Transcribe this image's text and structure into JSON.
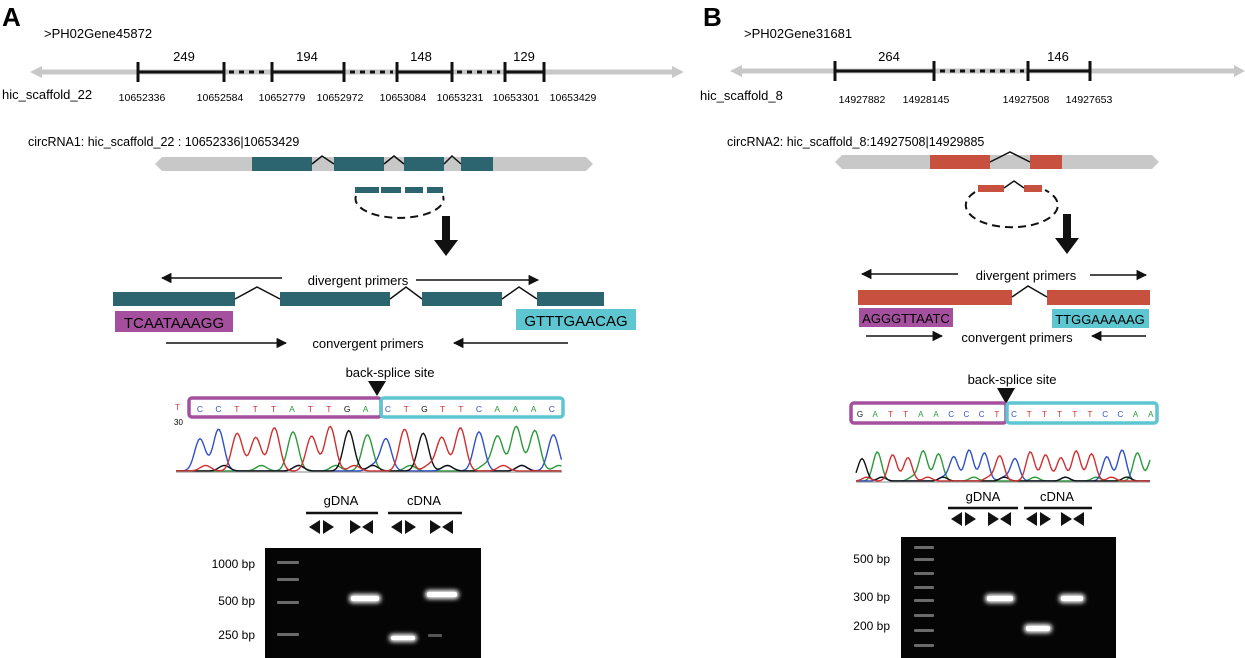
{
  "colors": {
    "teal": "#2c6470",
    "red": "#c8503f",
    "purple": "#a4509e",
    "cyan": "#5dc6d0",
    "gray": "#c8c8c8",
    "black": "#111111"
  },
  "panelA": {
    "label": "A",
    "gene": ">PH02Gene45872",
    "scaffold": "hic_scaffold_22",
    "exon_lengths": [
      "249",
      "194",
      "148",
      "129"
    ],
    "coords": [
      "10652336",
      "10652584",
      "10652779",
      "10652972",
      "10653084",
      "10653231",
      "10653301",
      "10653429"
    ],
    "circ_label": "circRNA1: hic_scaffold_22 : 10652336|10653429",
    "divergent": "divergent primers",
    "convergent": "convergent primers",
    "seq_left": "TCAATAAAGG",
    "seq_right": "GTTTGAACAG",
    "backsplice": "back-splice site",
    "trace_left": [
      "C",
      "C",
      "T",
      "T",
      "T",
      "A",
      "T",
      "T",
      "G",
      "A"
    ],
    "trace_right": [
      "C",
      "T",
      "G",
      "T",
      "T",
      "C",
      "A",
      "A",
      "A",
      "C"
    ],
    "trace_prefix": "T",
    "trace_pos": "30",
    "gdna": "gDNA",
    "cdna": "cDNA",
    "markers": [
      "1000 bp",
      "500 bp",
      "250 bp"
    ]
  },
  "panelB": {
    "label": "B",
    "gene": ">PH02Gene31681",
    "scaffold": "hic_scaffold_8",
    "exon_lengths": [
      "264",
      "146"
    ],
    "coords": [
      "14927882",
      "14928145",
      "14927508",
      "14927653"
    ],
    "circ_label": "circRNA2: hic_scaffold_8:14927508|14929885",
    "divergent": "divergent primers",
    "convergent": "convergent primers",
    "seq_left": "AGGGTTAATC",
    "seq_right": "TTGGAAAAAG",
    "backsplice": "back-splice site",
    "trace_left": [
      "G",
      "A",
      "T",
      "T",
      "A",
      "A",
      "C",
      "C",
      "C",
      "T"
    ],
    "trace_right": [
      "C",
      "T",
      "T",
      "T",
      "T",
      "T",
      "C",
      "C",
      "A",
      "A"
    ],
    "gdna": "gDNA",
    "cdna": "cDNA",
    "markers": [
      "500 bp",
      "300 bp",
      "200 bp"
    ]
  }
}
